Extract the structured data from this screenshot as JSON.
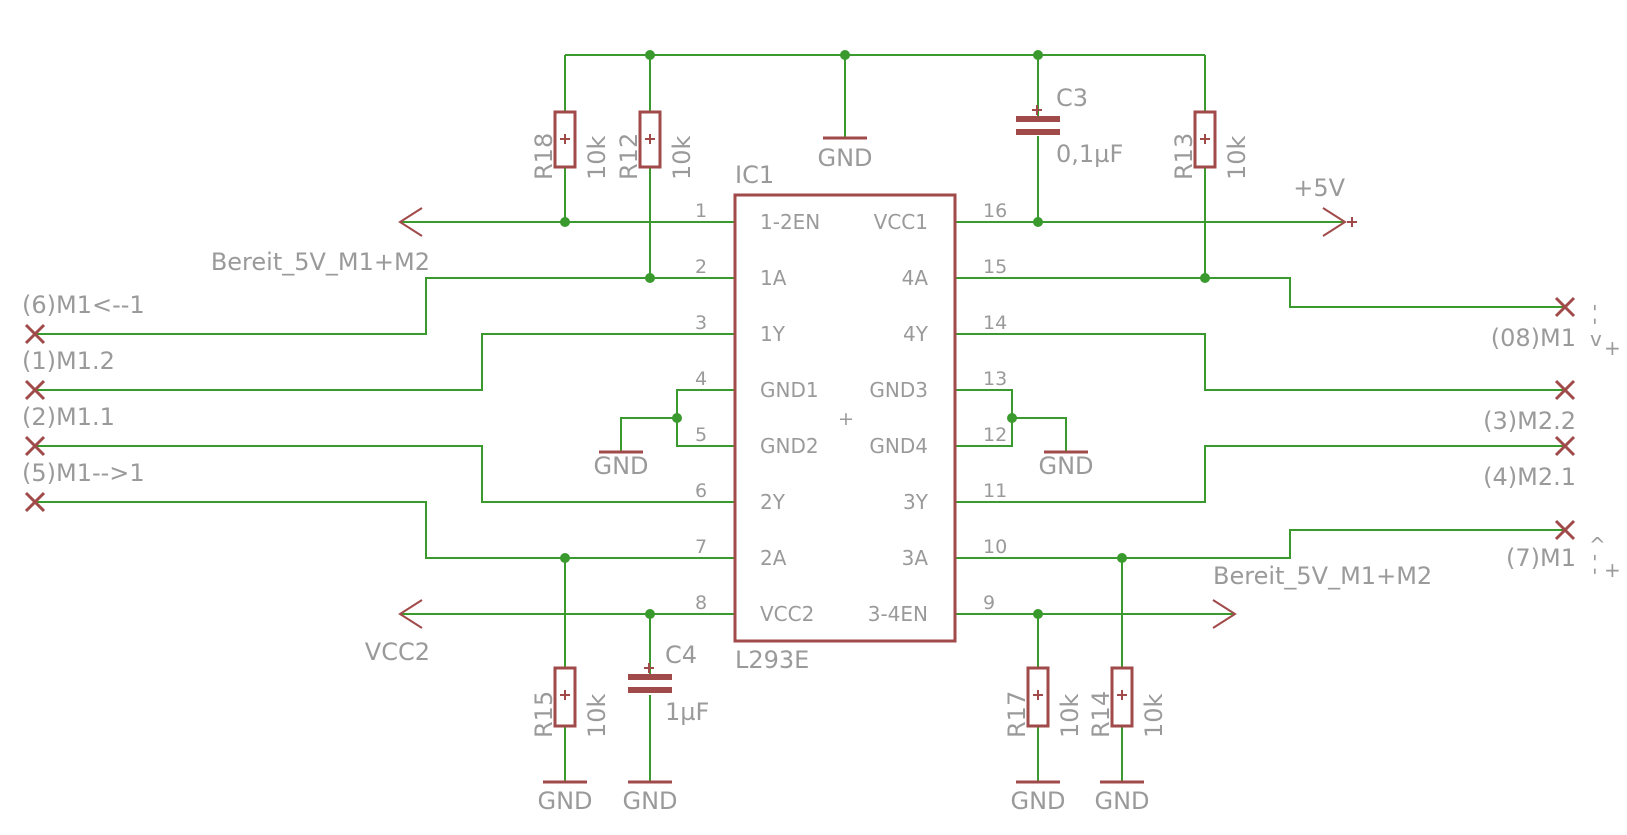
{
  "ic": {
    "name": "IC1",
    "value": "L293E",
    "center_mark": "+"
  },
  "pins_left": [
    {
      "num": "1",
      "name": "1-2EN"
    },
    {
      "num": "2",
      "name": "1A"
    },
    {
      "num": "3",
      "name": "1Y"
    },
    {
      "num": "4",
      "name": "GND1"
    },
    {
      "num": "5",
      "name": "GND2"
    },
    {
      "num": "6",
      "name": "2Y"
    },
    {
      "num": "7",
      "name": "2A"
    },
    {
      "num": "8",
      "name": "VCC2"
    }
  ],
  "pins_right": [
    {
      "num": "16",
      "name": "VCC1"
    },
    {
      "num": "15",
      "name": "4A"
    },
    {
      "num": "14",
      "name": "4Y"
    },
    {
      "num": "13",
      "name": "GND3"
    },
    {
      "num": "12",
      "name": "GND4"
    },
    {
      "num": "11",
      "name": "3Y"
    },
    {
      "num": "10",
      "name": "3A"
    },
    {
      "num": "9",
      "name": "3-4EN"
    }
  ],
  "resistors": [
    {
      "name": "R18",
      "value": "10k"
    },
    {
      "name": "R12",
      "value": "10k"
    },
    {
      "name": "R13",
      "value": "10k"
    },
    {
      "name": "R15",
      "value": "10k"
    },
    {
      "name": "R17",
      "value": "10k"
    },
    {
      "name": "R14",
      "value": "10k"
    }
  ],
  "capacitors": [
    {
      "name": "C3",
      "value": "0,1µF"
    },
    {
      "name": "C4",
      "value": "1µF"
    }
  ],
  "ground_label": "GND",
  "nets": {
    "bereit_left": "Bereit_5V_M1+M2",
    "bereit_right": "Bereit_5V_M1+M2",
    "vcc2": "VCC2",
    "plus5v": "+5V"
  },
  "connectors_left": [
    "(6)M1<--1",
    "(1)M1.2",
    "(2)M1.1",
    "(5)M1-->1"
  ],
  "connectors_right": [
    "(08)M1",
    "(3)M2.2",
    "(4)M2.1",
    "(7)M1"
  ],
  "right_arrows": {
    "top_dash": "- -",
    "top_v": "v",
    "top_plus": "+",
    "bottom_caret": "^",
    "bottom_dash": "- -",
    "bottom_plus": "+"
  }
}
